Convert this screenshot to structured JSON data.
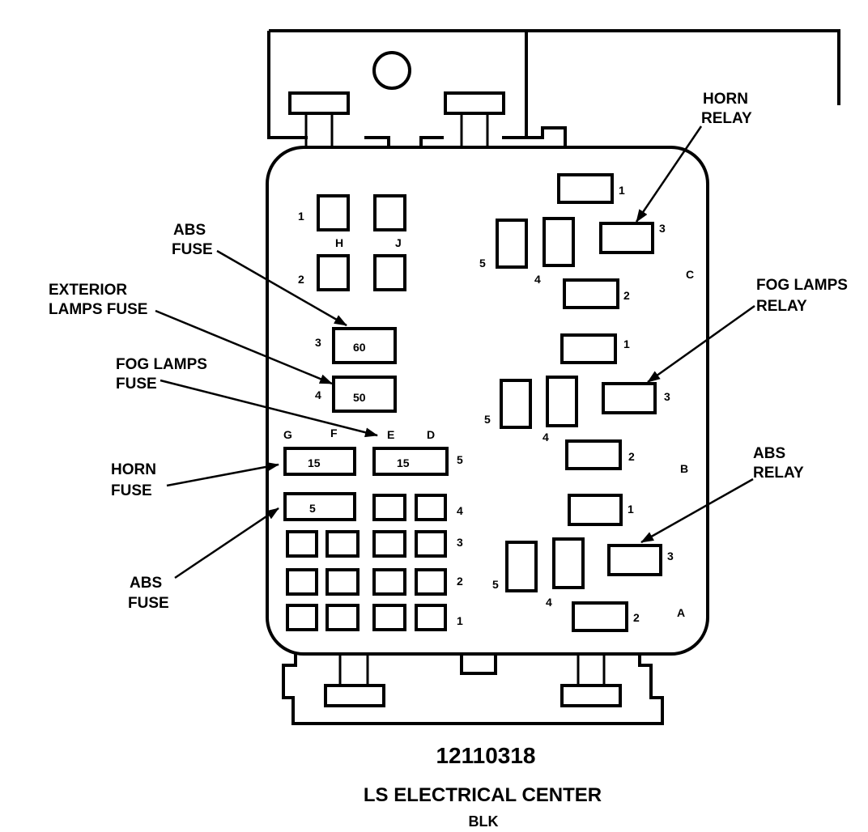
{
  "callouts": {
    "horn_relay": [
      "HORN",
      "RELAY"
    ],
    "fog_lamps_relay": [
      "FOG LAMPS",
      "RELAY"
    ],
    "abs_relay": [
      "ABS",
      "RELAY"
    ],
    "abs_fuse_top": [
      "ABS",
      "FUSE"
    ],
    "exterior_lamps_fuse": [
      "EXTERIOR",
      "LAMPS FUSE"
    ],
    "fog_lamps_fuse": [
      "FOG LAMPS",
      "FUSE"
    ],
    "horn_fuse": [
      "HORN",
      "FUSE"
    ],
    "abs_fuse_bottom": [
      "ABS",
      "FUSE"
    ]
  },
  "fuse_values": {
    "abs_fuse_top": "60",
    "exterior_lamps_fuse": "50",
    "fog_lamps_fuse": "15",
    "horn_fuse": "15",
    "abs_fuse_bottom": "5"
  },
  "positions": {
    "rows_left": [
      "1",
      "2",
      "3",
      "4"
    ],
    "rows_right": [
      "5",
      "4",
      "3",
      "2",
      "1"
    ],
    "columns_top": [
      "H",
      "J"
    ],
    "columns_bottom": [
      "G",
      "F",
      "E",
      "D"
    ],
    "relay_pins": [
      "1",
      "2",
      "3",
      "4",
      "5"
    ],
    "relay_blocks": [
      "C",
      "B",
      "A"
    ]
  },
  "part_number": "12110318",
  "title": "LS ELECTRICAL CENTER",
  "color_code": "BLK"
}
